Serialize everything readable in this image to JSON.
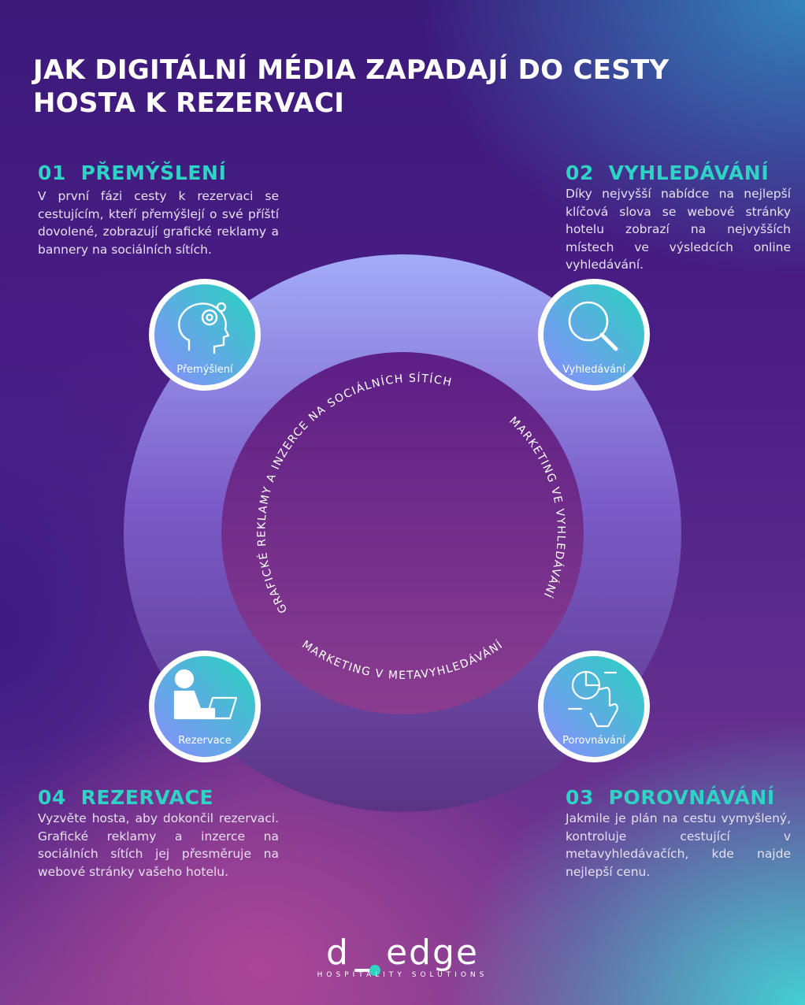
{
  "title": "JAK DIGITÁLNÍ MÉDIA ZAPADAJÍ DO CESTY HOSTA K REZERVACI",
  "steps": [
    {
      "number": "01",
      "heading": "PŘEMÝŠLENÍ",
      "text": "V první fázi cesty k rezervaci se cestujícím, kteří přemýšlejí o své příští dovolené, zobrazují grafické reklamy a bannery na sociálních sítích.",
      "node_label": "Přemýšlení",
      "icon": "head-gear-icon"
    },
    {
      "number": "02",
      "heading": "VYHLEDÁVÁNÍ",
      "text": "Díky nejvyšší nabídce na nejlepší klíčová slova se webové stránky hotelu zobrazí na nejvyšších místech ve výsledcích online vyhledávání.",
      "node_label": "Vyhledávání",
      "icon": "magnifier-icon"
    },
    {
      "number": "03",
      "heading": "POROVNÁVÁNÍ",
      "text": "Jakmile je plán na cestu vymyšlený, kontroluje cestující v metavyhledávačích, kde najde nejlepší cenu.",
      "node_label": "Porovnávání",
      "icon": "pie-chart-hand-icon"
    },
    {
      "number": "04",
      "heading": "REZERVACE",
      "text": "Vyzvěte hosta, aby dokončil rezervaci. Grafické reklamy a inzerce na sociálních sítích jej přesměruje na webové stránky vašeho hotelu.",
      "node_label": "Rezervace",
      "icon": "person-laptop-icon"
    }
  ],
  "arc_labels": {
    "top_left": "GRAFICKÉ REKLAMY A INZERCE NA SOCIÁLNÍCH SÍTÍCH",
    "right": "MARKETING VE VYHLEDÁVÁNÍ",
    "bottom": "MARKETING V METAVYHLEDÁVÁNÍ"
  },
  "logo": {
    "left": "d",
    "right": "edge",
    "tagline": "HOSPITALITY SOLUTIONS"
  },
  "colors": {
    "accent_teal": "#2fd3c5",
    "node_gradient_start": "#8a8cff",
    "node_gradient_end": "#27d3bf",
    "ring_top": "#9aa4f5",
    "ring_bottom": "#5e3a86"
  }
}
